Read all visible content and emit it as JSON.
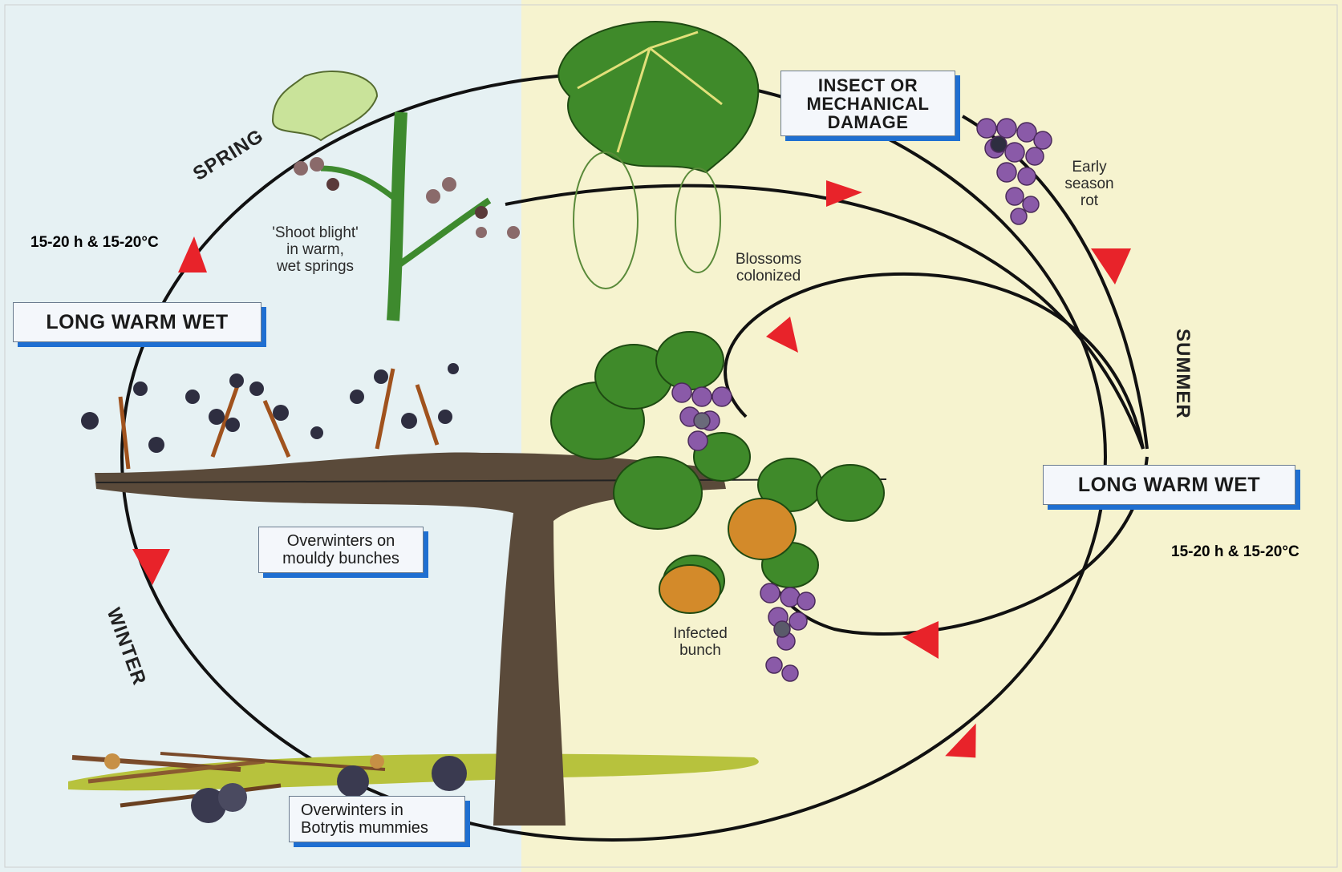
{
  "labels": {
    "long_warm_wet_left": "LONG WARM WET",
    "long_warm_wet_right": "LONG WARM WET",
    "insect_damage": "INSECT OR\nMECHANICAL\nDAMAGE",
    "overwinters_bunches": "Overwinters on\nmouldy bunches",
    "overwinters_mummies": "Overwinters in\nBotrytis mummies"
  },
  "annotations": {
    "shoot_blight": "'Shoot blight'\nin warm,\nwet springs",
    "blossoms": "Blossoms\ncolonized",
    "early_rot": "Early\nseason\nrot",
    "infected_bunch": "Infected\nbunch"
  },
  "seasons": {
    "spring": "SPRING",
    "summer": "SUMMER",
    "winter": "WINTER"
  },
  "conditions": {
    "left": "15-20 h & 15-20°C",
    "right": "15-20 h & 15-20°C"
  },
  "colors": {
    "bg_left": "#e6f1f3",
    "bg_right": "#f6f3cf",
    "arrow": "#e8232a",
    "box_shadow": "#1f6fd1",
    "leaf": "#3f8a2a",
    "trunk": "#5a4a3a",
    "grape": "#7a5a9a"
  }
}
